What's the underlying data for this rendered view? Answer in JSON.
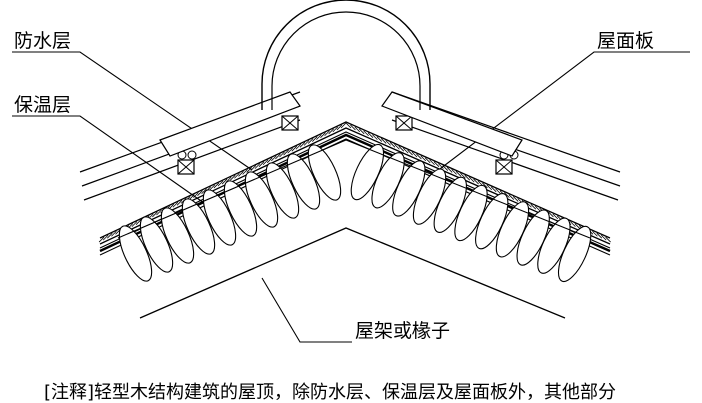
{
  "labels": {
    "waterproof": "防水层",
    "insulation": "保温层",
    "roof_board": "屋面板",
    "rafter": "屋架或椽子"
  },
  "note": "[注释]轻型木结构建筑的屋顶，除防水层、保温层及屋面板外，其他部分"
}
